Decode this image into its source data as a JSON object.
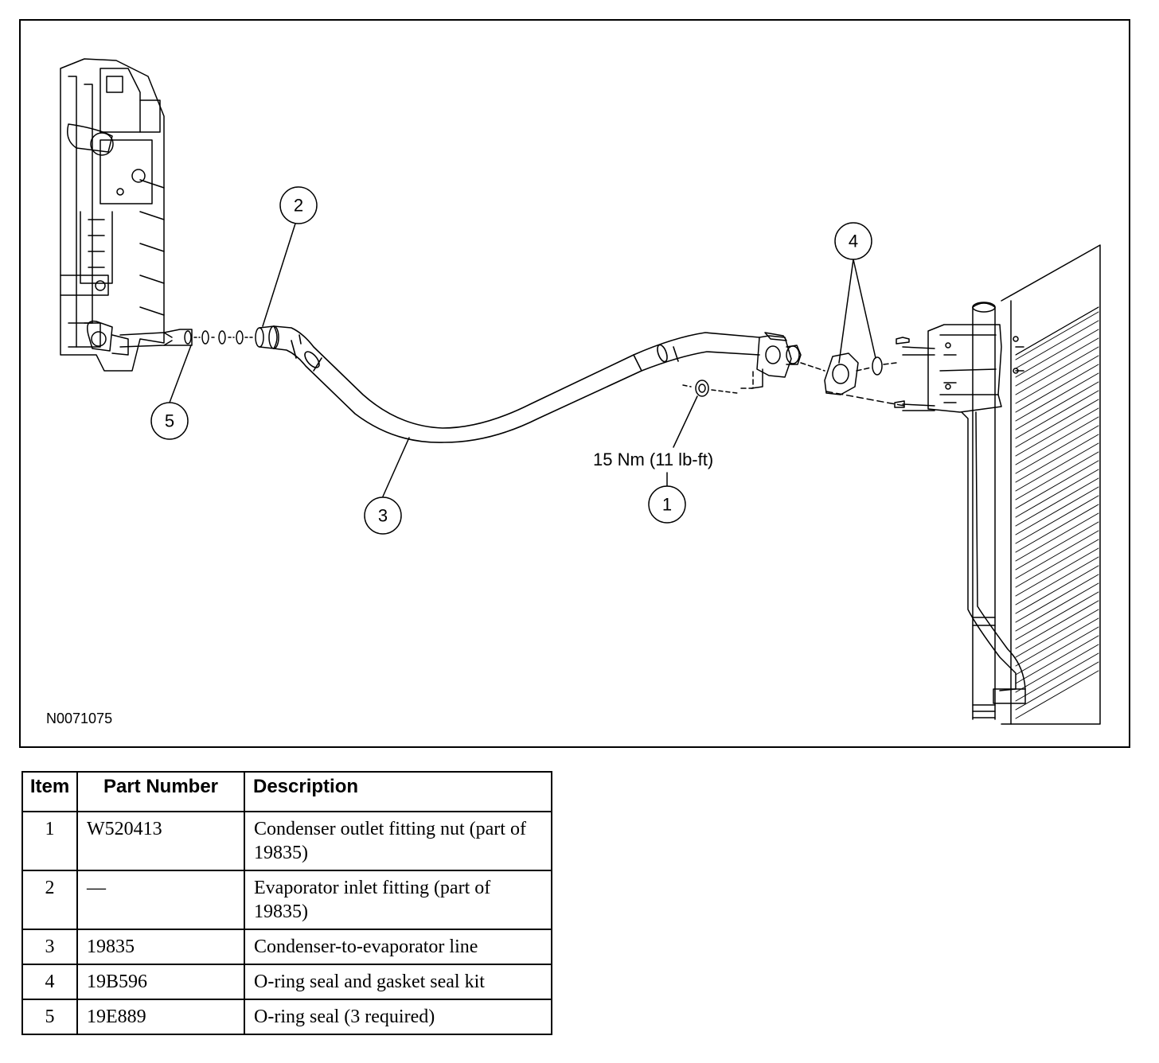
{
  "diagram": {
    "figure_id": "N0071075",
    "torque_label": "15 Nm (11 lb-ft)",
    "callouts": [
      "1",
      "2",
      "3",
      "4",
      "5"
    ]
  },
  "table": {
    "headers": [
      "Item",
      "Part Number",
      "Description"
    ],
    "rows": [
      {
        "item": "1",
        "part": "W520413",
        "desc": "Condenser outlet fitting nut (part of 19835)"
      },
      {
        "item": "2",
        "part": "—",
        "desc": "Evaporator inlet fitting (part of 19835)"
      },
      {
        "item": "3",
        "part": "19835",
        "desc": "Condenser-to-evaporator line"
      },
      {
        "item": "4",
        "part": "19B596",
        "desc": "O-ring seal and gasket seal kit"
      },
      {
        "item": "5",
        "part": "19E889",
        "desc": "O-ring seal (3 required)"
      }
    ]
  }
}
